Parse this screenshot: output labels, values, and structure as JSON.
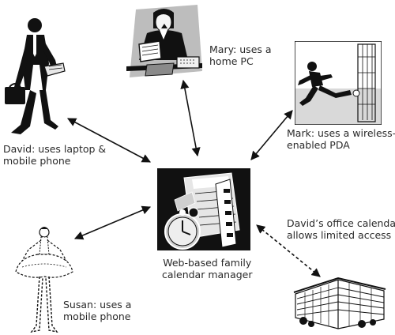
{
  "labels": {
    "david": "David: uses laptop &\nmobile phone",
    "mary": "Mary: uses a\nhome PC",
    "mark": "Mark: uses a wireless-\nenabled PDA",
    "center": "Web-based family\ncalendar manager",
    "office": "David’s office calendar:\nallows limited access",
    "susan": "Susan: uses a\nmobile phone"
  },
  "colors": {
    "ink": "#111111",
    "text": "#2a2a2a",
    "mary_backdrop": "#bdbdbd",
    "mark_backdrop": "#d9d9d9"
  },
  "connections": [
    {
      "from": "david",
      "to": "center",
      "style": "solid"
    },
    {
      "from": "mary",
      "to": "center",
      "style": "solid"
    },
    {
      "from": "mark",
      "to": "center",
      "style": "solid"
    },
    {
      "from": "susan",
      "to": "center",
      "style": "solid"
    },
    {
      "from": "office",
      "to": "center",
      "style": "dashed"
    }
  ]
}
